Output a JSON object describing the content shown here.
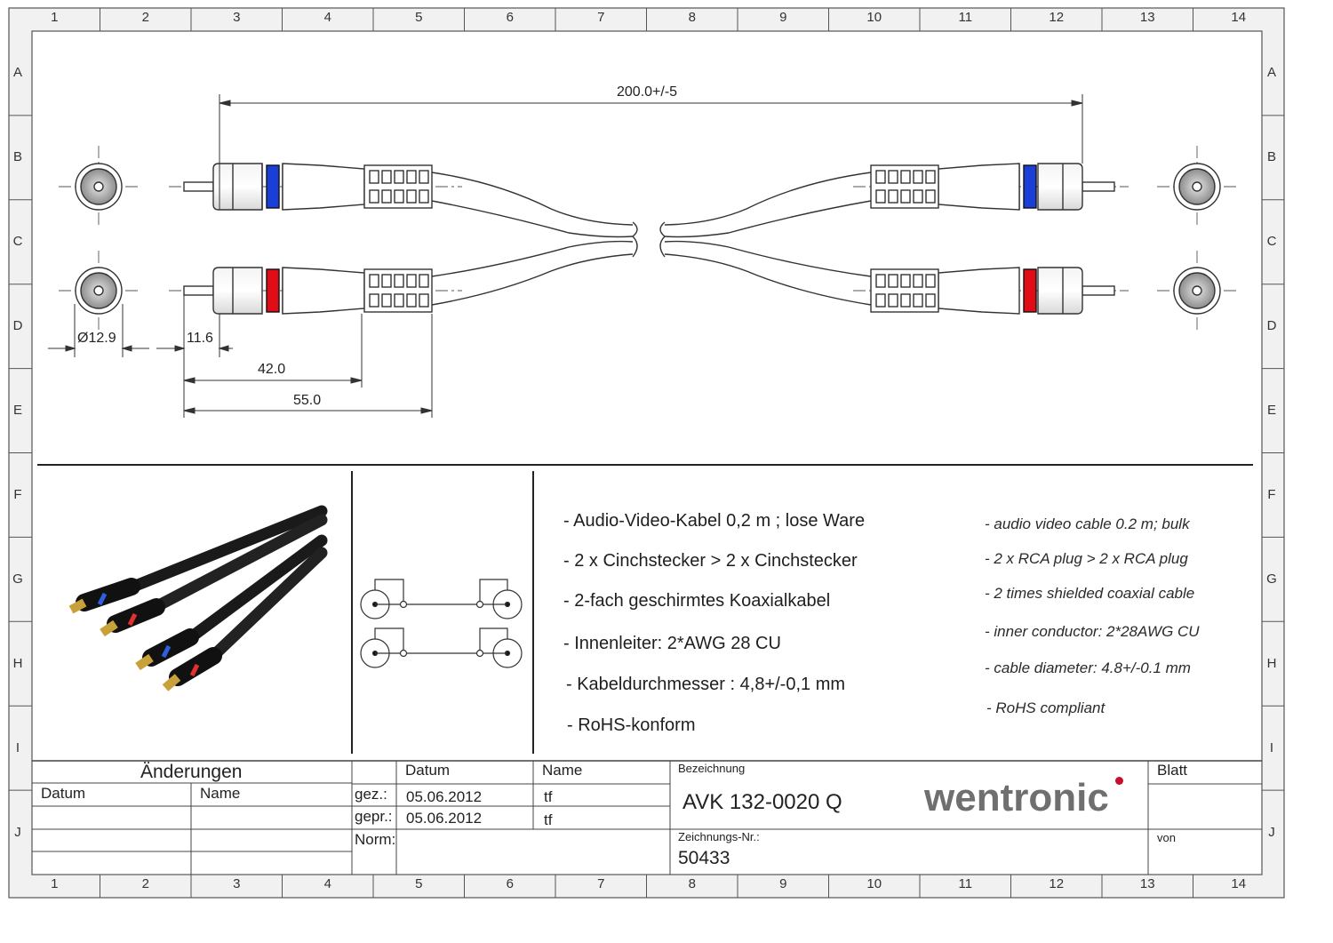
{
  "frame": {
    "columns": [
      "1",
      "2",
      "3",
      "4",
      "5",
      "6",
      "7",
      "8",
      "9",
      "10",
      "11",
      "12",
      "13",
      "14"
    ],
    "rows": [
      "A",
      "B",
      "C",
      "D",
      "E",
      "F",
      "G",
      "H",
      "I",
      "J"
    ]
  },
  "dimensions": {
    "length": "200.0+/-5",
    "diameter": "Ø12.9",
    "pin": "11.6",
    "plug_body": "42.0",
    "plug_total": "55.0"
  },
  "colors": {
    "ring_top": "#1a3fd6",
    "ring_bottom": "#e00d16",
    "brand_dot": "#c8102e",
    "line": "#333333"
  },
  "description": {
    "de": [
      "- Audio-Video-Kabel 0,2 m ; lose Ware",
      "- 2 x Cinchstecker > 2 x Cinchstecker",
      "- 2-fach geschirmtes Koaxialkabel",
      "- Innenleiter: 2*AWG 28 CU",
      "- Kabeldurchmesser : 4,8+/-0,1 mm",
      "- RoHS-konform"
    ],
    "en": [
      "- audio video cable 0.2 m; bulk",
      "- 2 x RCA plug > 2 x RCA plug",
      "- 2 times shielded coaxial cable",
      "- inner conductor: 2*28AWG CU",
      "- cable diameter:  4.8+/-0.1 mm",
      "- RoHS compliant"
    ]
  },
  "title_block": {
    "changes_header": "Änderungen",
    "datum_label": "Datum",
    "name_label": "Name",
    "datum_header": "Datum",
    "name_header": "Name",
    "gez_label": "gez.:",
    "gepr_label": "gepr.:",
    "norm_label": "Norm:",
    "gez_date": "05.06.2012",
    "gez_name": "tf",
    "gepr_date": "05.06.2012",
    "gepr_name": "tf",
    "bezeichnung_label": "Bezeichnung",
    "bezeichnung": "AVK 132-0020 Q",
    "brand": "wentronic",
    "zeichnung_label": "Zeichnungs-Nr.:",
    "zeichnung_nr": "50433",
    "blatt_label": "Blatt",
    "von_label": "von"
  }
}
